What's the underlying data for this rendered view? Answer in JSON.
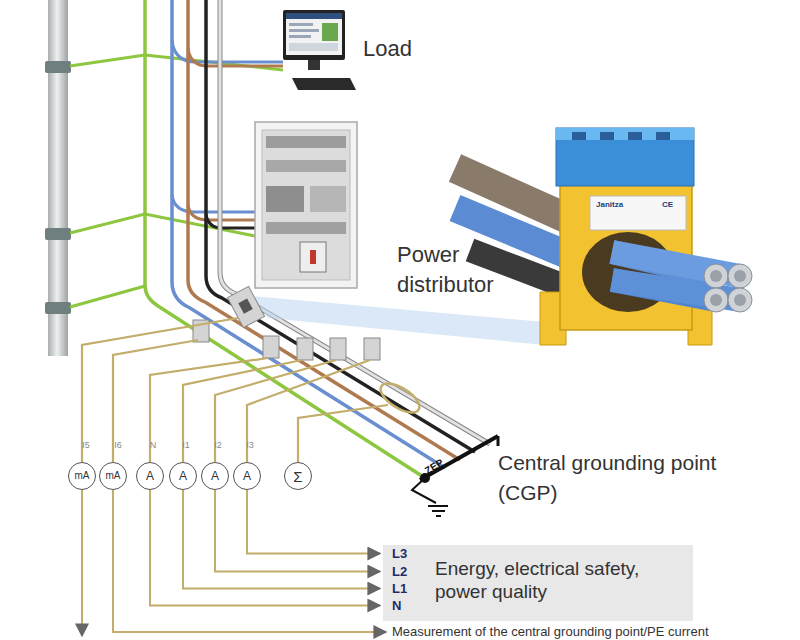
{
  "diagram": {
    "nodes": [
      {
        "text": [
          "mA"
        ]
      },
      {
        "text": [
          "mA"
        ]
      },
      {
        "text": [
          "A"
        ]
      },
      {
        "text": [
          "A"
        ]
      },
      {
        "text": [
          "A"
        ]
      },
      {
        "text": [
          "A"
        ]
      },
      {
        "text": [
          "Σ"
        ]
      },
      {
        "text": [
          "L3",
          "L2",
          "L1",
          "N",
          "Energy, electrical safety, power quality"
        ]
      }
    ],
    "edges": [
      {
        "from": 2,
        "to": 7,
        "arrow": "to"
      },
      {
        "from": 3,
        "to": 7,
        "arrow": "to"
      },
      {
        "from": 4,
        "to": 7,
        "arrow": "to"
      },
      {
        "from": 5,
        "to": 7,
        "arrow": "to"
      }
    ],
    "labels": [
      "Load",
      "Power distributor",
      "Central grounding point (CGP)",
      "ZEP",
      "I5",
      "I6",
      "N",
      "I1",
      "I2",
      "I3",
      "Measurement of the central grounding point/PE current",
      "Janitza",
      "CE"
    ]
  }
}
